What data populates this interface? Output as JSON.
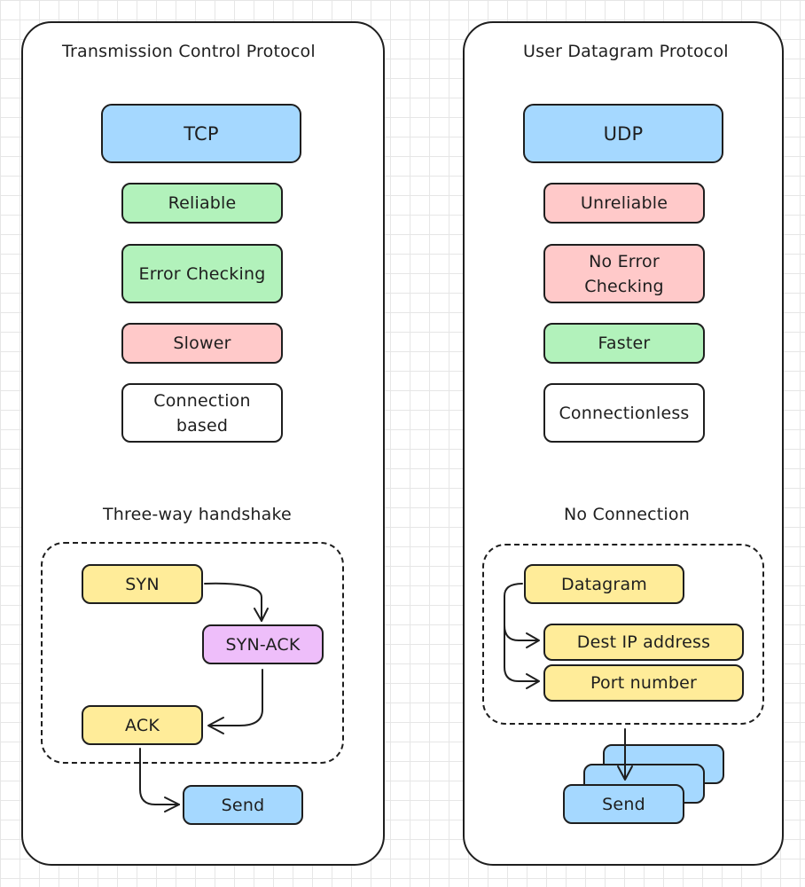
{
  "tcp": {
    "heading": "Transmission Control Protocol",
    "title": "TCP",
    "traits": [
      "Reliable",
      "Error Checking",
      "Slower",
      "Connection based"
    ],
    "handshake": {
      "heading": "Three-way handshake",
      "syn": "SYN",
      "syn_ack": "SYN-ACK",
      "ack": "ACK",
      "send": "Send"
    }
  },
  "udp": {
    "heading": "User Datagram Protocol",
    "title": "UDP",
    "traits": [
      "Unreliable",
      "No Error Checking",
      "Faster",
      "Connectionless"
    ],
    "connection": {
      "heading": "No Connection",
      "datagram": "Datagram",
      "dest_ip": "Dest IP address",
      "port": "Port number",
      "send": "Send"
    }
  },
  "colors": {
    "blue": "#a5d8ff",
    "green": "#b2f2bb",
    "red": "#ffc9c9",
    "yellow": "#ffec99",
    "purple": "#eebefa"
  }
}
